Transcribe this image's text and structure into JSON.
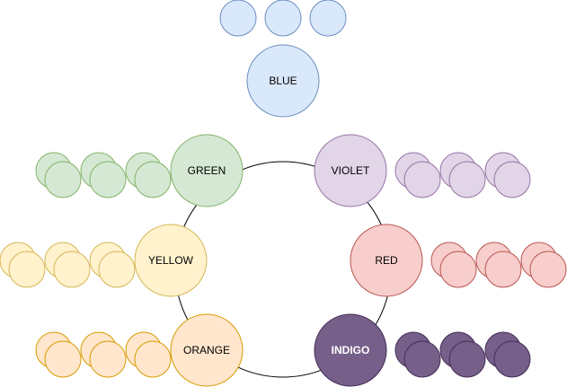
{
  "diagram": {
    "nodes": {
      "blue": {
        "label": "BLUE",
        "fill": "#dae8fc",
        "stroke": "#6c8ebf"
      },
      "green": {
        "label": "GREEN",
        "fill": "#d5e8d4",
        "stroke": "#82b366"
      },
      "violet": {
        "label": "VIOLET",
        "fill": "#e1d5e7",
        "stroke": "#9673a6"
      },
      "yellow": {
        "label": "YELLOW",
        "fill": "#fff2cc",
        "stroke": "#d6b656"
      },
      "red": {
        "label": "RED",
        "fill": "#f8cecc",
        "stroke": "#b85450"
      },
      "orange": {
        "label": "ORANGE",
        "fill": "#ffe6cc",
        "stroke": "#d79b00"
      },
      "indigo": {
        "label": "INDIGO",
        "fill": "#76608a",
        "stroke": "#432d57",
        "text_color": "#ffffff"
      }
    },
    "ring_stroke": "#000000"
  }
}
